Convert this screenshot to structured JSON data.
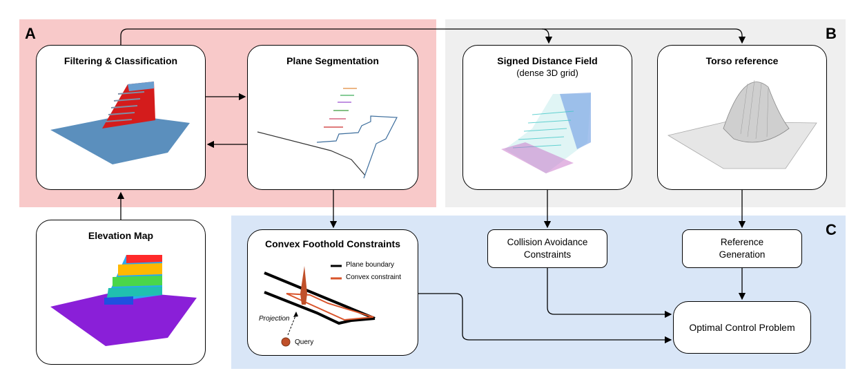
{
  "regions": {
    "a": "A",
    "b": "B",
    "c": "C"
  },
  "boxes": {
    "filtering": {
      "title": "Filtering & Classification"
    },
    "plane": {
      "title": "Plane Segmentation"
    },
    "sdf": {
      "title": "Signed Distance Field",
      "subtitle": "(dense 3D grid)"
    },
    "torso": {
      "title": "Torso reference"
    },
    "elevation": {
      "title": "Elevation Map"
    },
    "convex": {
      "title": "Convex Foothold Constraints",
      "legend_boundary": "Plane boundary",
      "legend_constraint": "Convex constraint",
      "projection_label": "Projection",
      "query_label": "Query"
    },
    "collision": {
      "line1": "Collision Avoidance",
      "line2": "Constraints"
    },
    "reference": {
      "line1": "Reference",
      "line2": "Generation"
    },
    "ocp": {
      "title": "Optimal Control Problem"
    }
  },
  "colors": {
    "region_a": "#f8c9c9",
    "region_b": "#efefef",
    "region_c": "#d9e6f7",
    "convex_constraint": "#d9542b"
  }
}
